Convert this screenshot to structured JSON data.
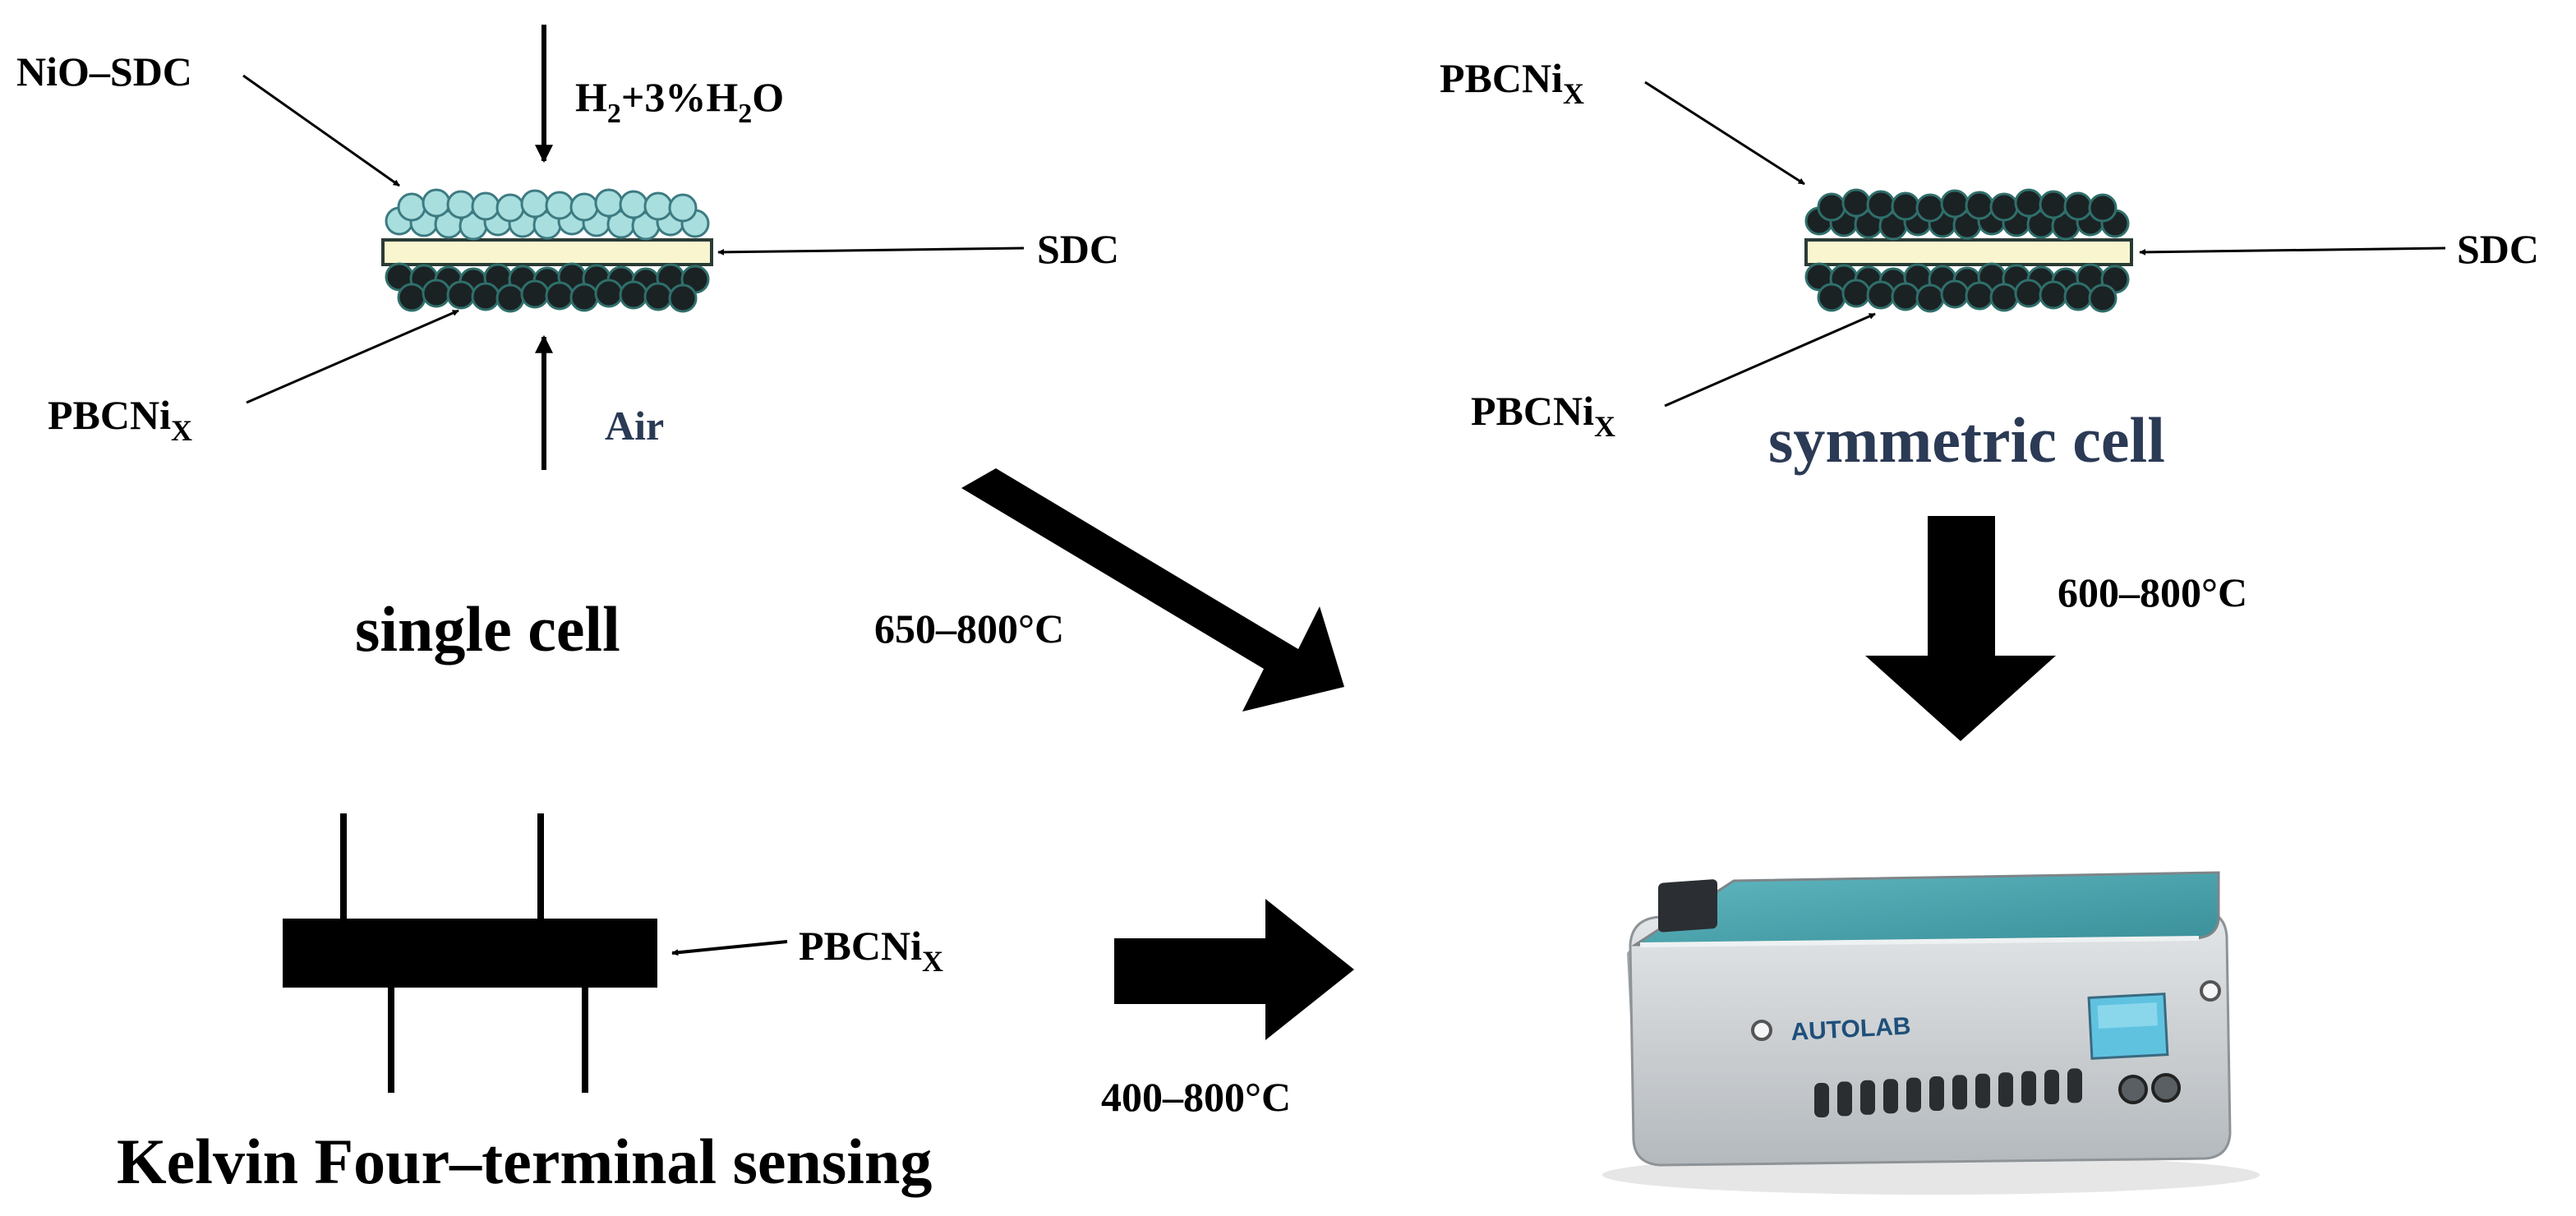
{
  "single_cell": {
    "anode_label": "NiO–SDC",
    "fuel_label_parts": [
      "H",
      "2",
      "+3%H",
      "2",
      "O"
    ],
    "electrolyte_label": "SDC",
    "cathode_label": "PBCNi",
    "cathode_label_sub": "X",
    "air_label": "Air",
    "title": "single cell"
  },
  "symmetric_cell": {
    "top_label": "PBCNi",
    "top_label_sub": "X",
    "electrolyte_label": "SDC",
    "bottom_label": "PBCNi",
    "bottom_label_sub": "X",
    "title": "symmetric cell"
  },
  "kelvin": {
    "sample_label": "PBCNi",
    "sample_label_sub": "X",
    "title": "Kelvin Four–terminal sensing"
  },
  "conditions": {
    "single_cell_temp": "650–800°C",
    "symmetric_cell_temp": "600–800°C",
    "kelvin_temp": "400–800°C"
  },
  "instrument": {
    "brand": "AUTOLAB"
  },
  "colors": {
    "anode_particle": "#a9dede",
    "electrolyte": "#f8f5cf",
    "cathode_particle": "#1b2224",
    "title_navy": "#2b3a55",
    "instrument_top": "#4aa3ad",
    "instrument_body": "#c9cdd0"
  }
}
